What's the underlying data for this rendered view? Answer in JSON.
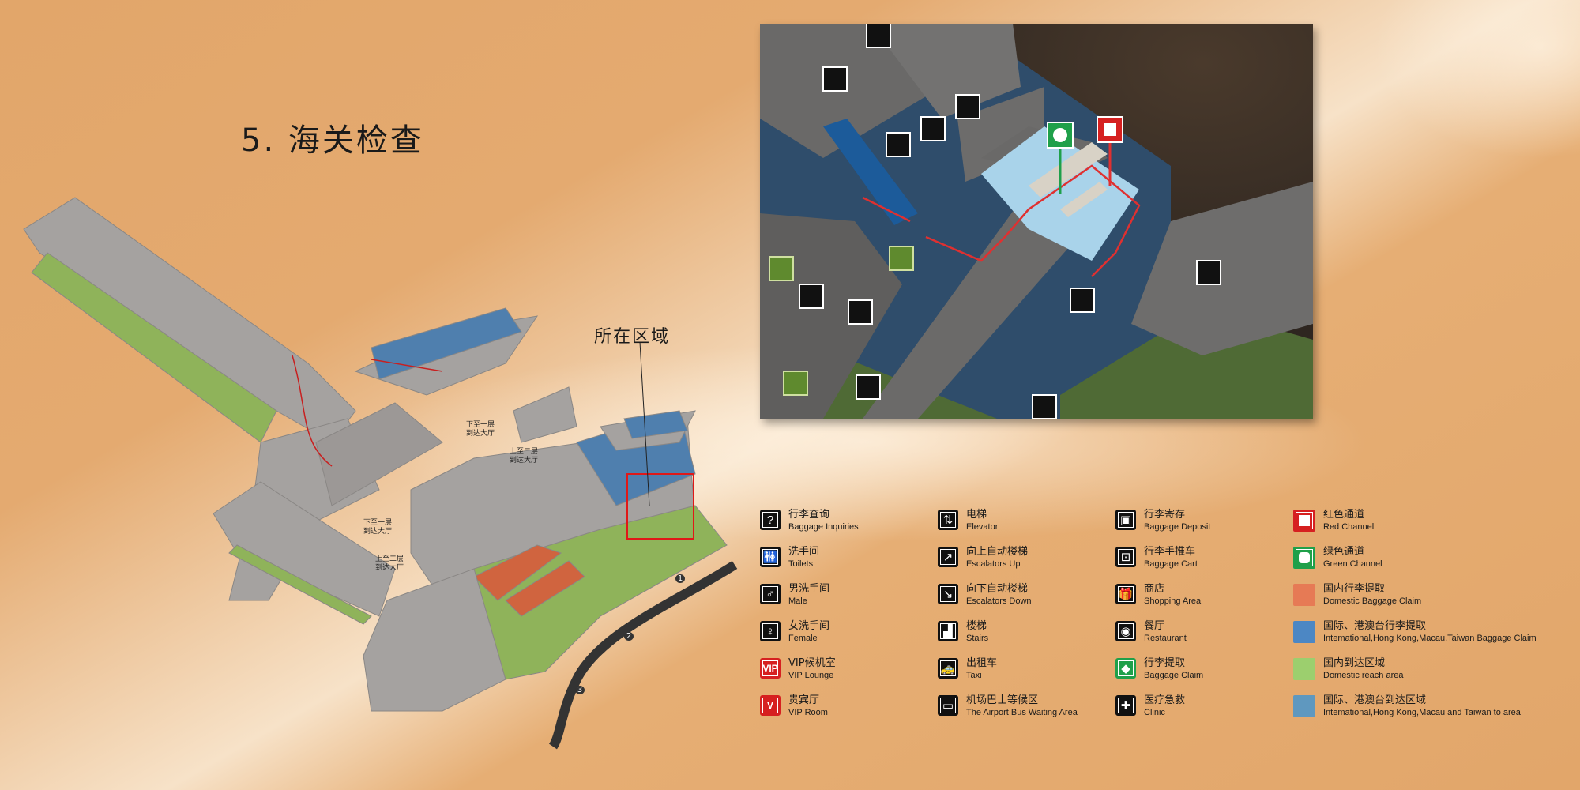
{
  "title": "5. 海关检查",
  "region_label": "所在区域",
  "map_labels": {
    "down_1": "下至一层\n到达大厅",
    "up_2": "上至二层\n到达大厅",
    "down_1b": "下至一层\n到达大厅",
    "up_2b": "上至二层\n到达大厅",
    "gates": [
      "1",
      "2",
      "3"
    ]
  },
  "colors": {
    "background": "#e2a66a",
    "building": "#a5a2a0",
    "domestic_area": "#8fb35a",
    "intl_area": "#4f7fae",
    "domestic_claim": "#d0643f",
    "red_channel": "#d62020",
    "green_channel": "#1fa04a",
    "highlight_box": "#e01818"
  },
  "legend": [
    [
      {
        "icon": "baggage-inquiries-icon",
        "glyph": "?",
        "cn": "行李查询",
        "en": "Baggage Inquiries"
      },
      {
        "icon": "toilets-icon",
        "glyph": "🚻",
        "cn": "洗手间",
        "en": "Toilets"
      },
      {
        "icon": "male-icon",
        "glyph": "♂",
        "cn": "男洗手间",
        "en": "Male"
      },
      {
        "icon": "female-icon",
        "glyph": "♀",
        "cn": "女洗手间",
        "en": "Female"
      },
      {
        "icon": "vip-lounge-icon",
        "glyph": "VIP",
        "cn": "VIP候机室",
        "en": "VIP Lounge",
        "style": "red"
      },
      {
        "icon": "vip-room-icon",
        "glyph": "V",
        "cn": "贵宾厅",
        "en": "VIP Room",
        "style": "red"
      }
    ],
    [
      {
        "icon": "elevator-icon",
        "glyph": "⇅",
        "cn": "电梯",
        "en": "Elevator"
      },
      {
        "icon": "escalator-up-icon",
        "glyph": "↗",
        "cn": "向上自动楼梯",
        "en": "Escalators Up"
      },
      {
        "icon": "escalator-down-icon",
        "glyph": "↘",
        "cn": "向下自动楼梯",
        "en": "Escalators Down"
      },
      {
        "icon": "stairs-icon",
        "glyph": "▟",
        "cn": "楼梯",
        "en": "Stairs"
      },
      {
        "icon": "taxi-icon",
        "glyph": "🚕",
        "cn": "出租车",
        "en": "Taxi"
      },
      {
        "icon": "bus-icon",
        "glyph": "▭",
        "cn": "机场巴士等候区",
        "en": "The Airport Bus Waiting Area"
      }
    ],
    [
      {
        "icon": "baggage-deposit-icon",
        "glyph": "▣",
        "cn": "行李寄存",
        "en": "Baggage Deposit"
      },
      {
        "icon": "baggage-cart-icon",
        "glyph": "⊡",
        "cn": "行李手推车",
        "en": "Baggage Cart"
      },
      {
        "icon": "shopping-icon",
        "glyph": "🎁",
        "cn": "商店",
        "en": "Shopping Area"
      },
      {
        "icon": "restaurant-icon",
        "glyph": "◉",
        "cn": "餐厅",
        "en": "Restaurant"
      },
      {
        "icon": "baggage-claim-icon",
        "glyph": "◆",
        "cn": "行李提取",
        "en": "Baggage Claim",
        "style": "green"
      },
      {
        "icon": "clinic-icon",
        "glyph": "✚",
        "cn": "医疗急救",
        "en": "Clinic"
      }
    ],
    [
      {
        "icon": "red-channel-icon",
        "cn": "红色通道",
        "en": "Red Channel",
        "swatch": "#d62020",
        "kind": "channel"
      },
      {
        "icon": "green-channel-icon",
        "cn": "绿色通道",
        "en": "Green Channel",
        "swatch": "#1fa04a",
        "kind": "channel"
      },
      {
        "icon": "domestic-claim-swatch",
        "cn": "国内行李提取",
        "en": "Domestic Baggage Claim",
        "swatch": "#e67a55"
      },
      {
        "icon": "intl-claim-swatch",
        "cn": "国际、港澳台行李提取",
        "en": "Intemational,Hong Kong,Macau,Taiwan Baggage Claim",
        "swatch": "#4c87c4"
      },
      {
        "icon": "domestic-area-swatch",
        "cn": "国内到达区域",
        "en": "Domestic reach area",
        "swatch": "#9ccf6e"
      },
      {
        "icon": "intl-area-swatch",
        "cn": "国际、港澳台到达区域",
        "en": "Intemational,Hong Kong,Macau and Taiwan to area",
        "swatch": "#5f98bf"
      }
    ]
  ]
}
